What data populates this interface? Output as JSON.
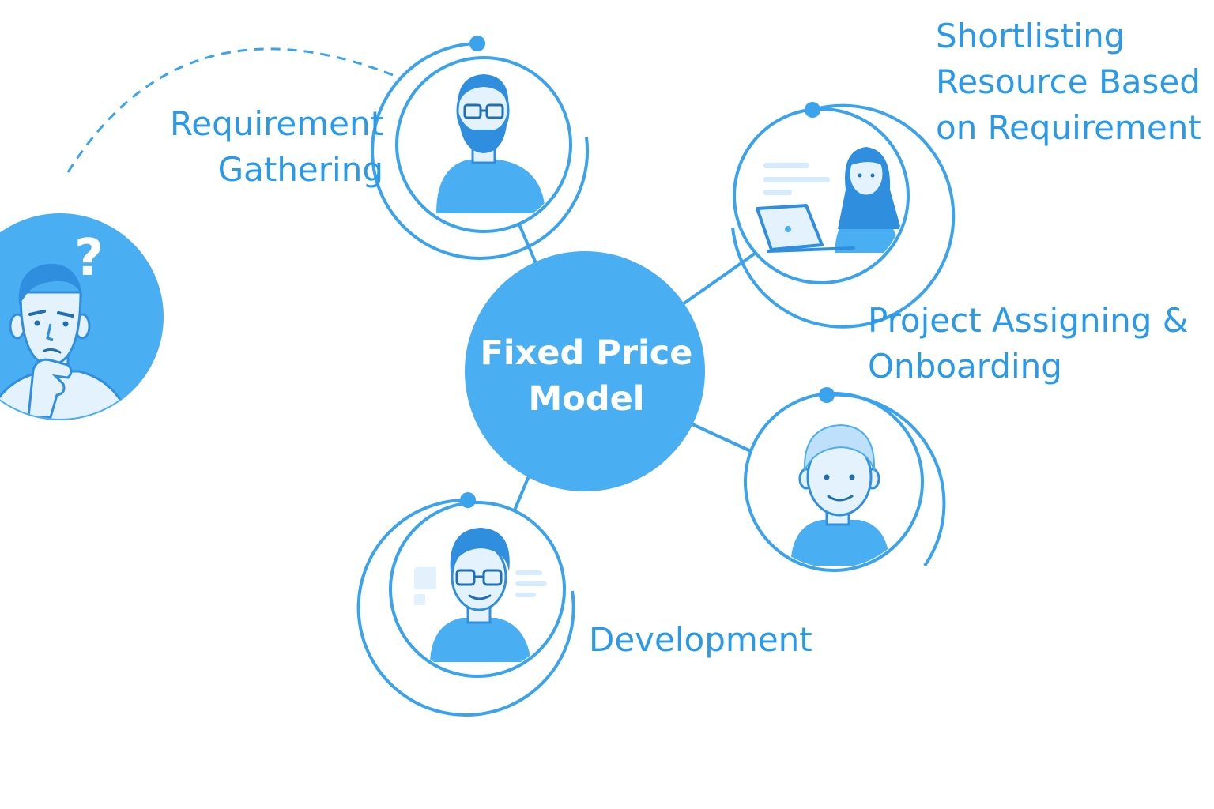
{
  "colors": {
    "primary": "#4aaff2",
    "line": "#3aa3ec",
    "text": "#2a9ae8",
    "skin": "#e3f2fd",
    "hair": "#2f8fde",
    "background": "#ffffff"
  },
  "center": {
    "title_line1": "Fixed Price",
    "title_line2": "Model"
  },
  "client": {
    "icon": "confused-person-icon",
    "symbol": "?"
  },
  "steps": [
    {
      "label_lines": [
        "Requirement",
        "Gathering"
      ],
      "icon": "bearded-man-with-glasses-icon"
    },
    {
      "label_lines": [
        "Shortlisting",
        "Resource Based",
        "on Requirement"
      ],
      "icon": "woman-at-laptop-icon"
    },
    {
      "label_lines": [
        "Project Assigning &",
        "Onboarding"
      ],
      "icon": "smiling-young-man-icon"
    },
    {
      "label_lines": [
        "Development"
      ],
      "icon": "developer-with-glasses-icon"
    }
  ]
}
